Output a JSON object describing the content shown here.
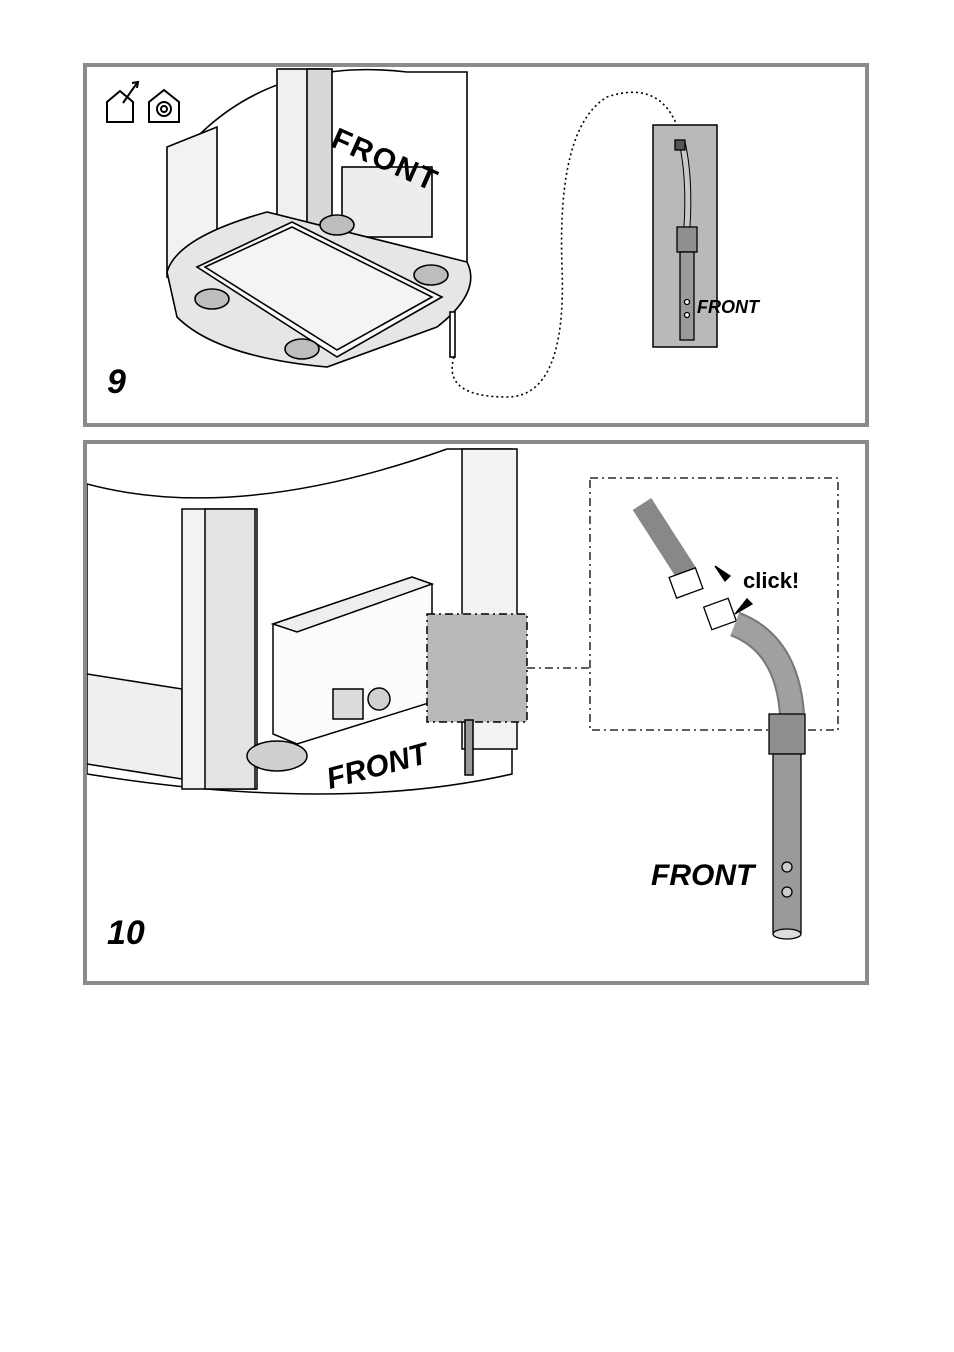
{
  "steps": [
    {
      "number": "9",
      "labels": {
        "hood_front": "FRONT",
        "pipe_front": "FRONT"
      }
    },
    {
      "number": "10",
      "labels": {
        "body_front": "FRONT",
        "pipe_front": "FRONT",
        "click": "click!"
      }
    }
  ],
  "icons": [
    "house-arrow-icon",
    "house-fan-icon"
  ],
  "colors": {
    "panel_border": "#8a8a8a",
    "highlight": "#b9b9b9",
    "pipe": "#9a9a9a"
  }
}
